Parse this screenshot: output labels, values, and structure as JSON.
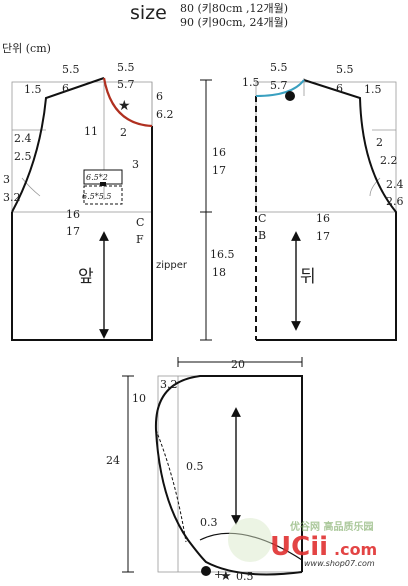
{
  "header": {
    "size_word": "size",
    "size_line1": "80 (키80cm ,12개월)",
    "size_line2": "90 (키90cm, 24개월)",
    "unit": "단위 (cm)"
  },
  "front": {
    "shoulder_width": [
      "5.5",
      "6"
    ],
    "neck_width": [
      "5.5",
      "5.7"
    ],
    "neck_depth": [
      "6",
      "6.2"
    ],
    "shoulder_drop": "1.5",
    "armhole_curve": [
      "2.4",
      "2.5"
    ],
    "underarm": [
      "3",
      "3.2"
    ],
    "neck_inner": "11",
    "neck_small": "2",
    "side_mark": "3",
    "pocket_top": "6.5*2",
    "pocket_body": "6.5*5.5",
    "half_width": [
      "16",
      "17"
    ],
    "center_front": [
      "C",
      "F"
    ],
    "zipper": "zipper",
    "panel_label": "앞"
  },
  "back": {
    "neck_width": [
      "1.5",
      "5.7"
    ],
    "shoulder_width": [
      "5.5",
      "6"
    ],
    "shoulder_drop": "1.5",
    "armhole_upper": [
      "2",
      "2.2"
    ],
    "armhole_lower": [
      "2.4",
      "2.6"
    ],
    "half_width": [
      "16",
      "17"
    ],
    "center_back": [
      "C",
      "B"
    ],
    "panel_label": "뒤"
  },
  "dims": {
    "armhole_depth": [
      "16",
      "17"
    ],
    "body_length": [
      "16.5",
      "18"
    ]
  },
  "hood": {
    "width": "20",
    "height": "24",
    "top_ease": "10",
    "top_inset": "3.2",
    "side_curve": "0.5",
    "bottom_inset": "0.3",
    "bottom_small": "0.5",
    "bottom_mark": "+"
  },
  "watermark": {
    "brand": "UCii",
    "suffix": ".com",
    "site": "www.shop07.com",
    "cn_text": "优谷网 高品质乐园"
  },
  "colors": {
    "neck_front": "#b03020",
    "neck_back": "#3aa0c0",
    "line": "#111111",
    "guide": "#999999",
    "wm_red": "#e03030",
    "wm_green": "#5a9a3a"
  }
}
